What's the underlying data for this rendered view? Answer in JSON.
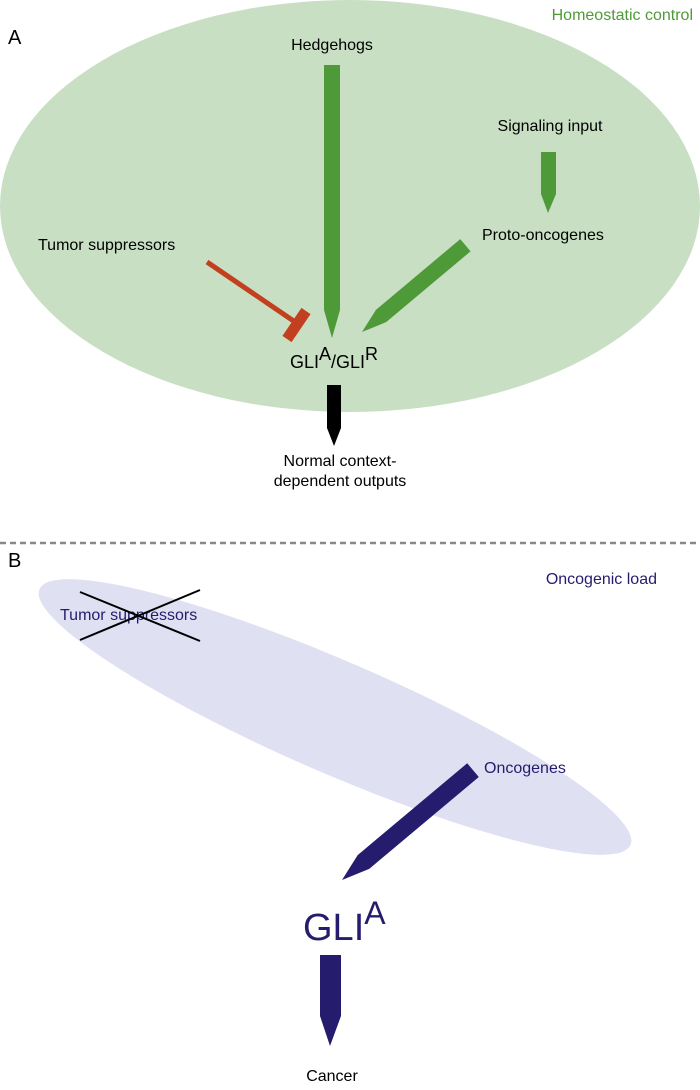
{
  "colors": {
    "green": "#4f9a38",
    "green_fill": "#c8dfc4",
    "red": "#c2401f",
    "black": "#000000",
    "navy": "#251c6e",
    "lavender_fill": "#dfe0f2",
    "divider": "#888888"
  },
  "panel_a": {
    "label": "A",
    "title": "Homeostatic control",
    "hedgehogs": "Hedgehogs",
    "signaling_input": "Signaling input",
    "proto_oncogenes": "Proto-oncogenes",
    "tumor_suppressors": "Tumor suppressors",
    "gli_a": "GLI",
    "gli_a_sup": "A",
    "gli_sep": "/GLI",
    "gli_r_sup": "R",
    "output_line1": "Normal context-",
    "output_line2": "dependent outputs"
  },
  "panel_b": {
    "label": "B",
    "title": "Oncogenic load",
    "tumor_suppressors": "Tumor suppressors",
    "oncogenes": "Oncogenes",
    "gli": "GLI",
    "gli_sup": "A",
    "cancer": "Cancer"
  }
}
